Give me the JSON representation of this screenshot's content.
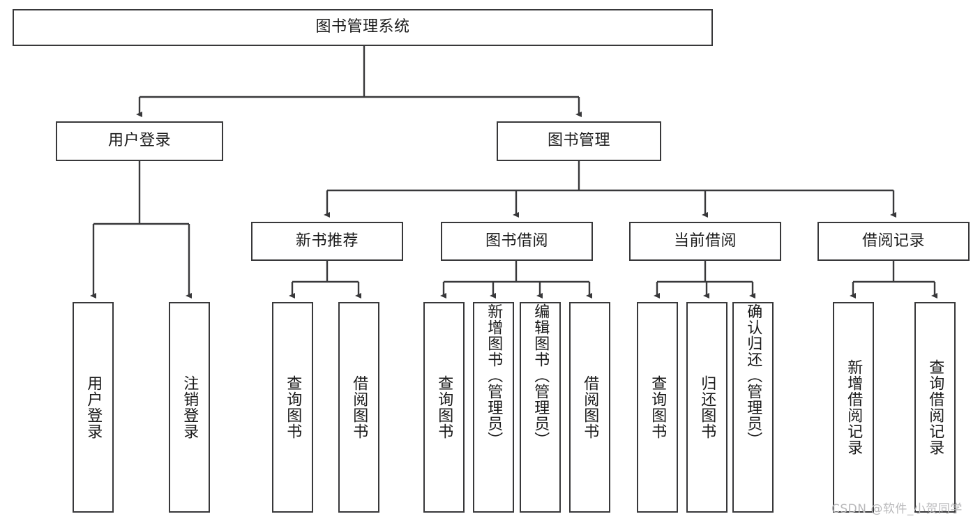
{
  "diagram": {
    "title": "图书管理系统",
    "levels": {
      "root": {
        "label": "图书管理系统"
      },
      "level2": [
        {
          "label": "用户登录"
        },
        {
          "label": "图书管理"
        }
      ],
      "level3": [
        {
          "label": "新书推荐"
        },
        {
          "label": "图书借阅"
        },
        {
          "label": "当前借阅"
        },
        {
          "label": "借阅记录"
        }
      ],
      "leaves": {
        "user_login": [
          {
            "label": "用户登录"
          },
          {
            "label": "注销登录"
          }
        ],
        "new_book_recommend": [
          {
            "label": "查询图书"
          },
          {
            "label": "借阅图书"
          }
        ],
        "book_borrow": [
          {
            "label": "查询图书"
          },
          {
            "label": "新增图书（管理员）"
          },
          {
            "label": "编辑图书（管理员）"
          },
          {
            "label": "借阅图书"
          }
        ],
        "current_borrow": [
          {
            "label": "查询图书"
          },
          {
            "label": "归还图书"
          },
          {
            "label": "确认归还（管理员）"
          }
        ],
        "borrow_record": [
          {
            "label": "新增借阅记录"
          },
          {
            "label": "查询借阅记录"
          }
        ]
      }
    }
  },
  "watermark": {
    "text": "CSDN @软件_小贺同学"
  },
  "colors": {
    "stroke": "#38383a",
    "text": "#1a1a1a",
    "background": "#ffffff",
    "watermark": "#b9b9bb"
  }
}
